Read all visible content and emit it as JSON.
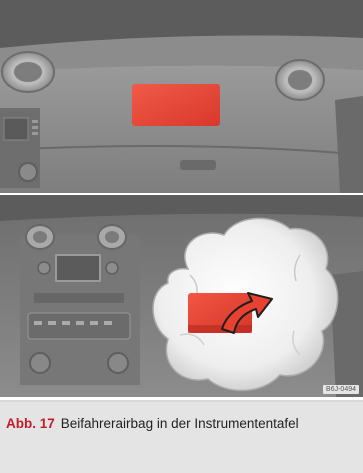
{
  "figure": {
    "code": "B6J-0494",
    "caption_label": "Abb. 17",
    "caption_text": "Beifahrerairbag in der Instrumenten­tafel"
  },
  "colors": {
    "highlight_red": "#ea3d2f",
    "panel_gray": "#7b7b7b",
    "caption_bg": "#e4e4e4",
    "label_red": "#c01d2c"
  },
  "icons": [
    "air-vent-icon",
    "airbag-module-icon",
    "deployment-arrow-icon"
  ]
}
